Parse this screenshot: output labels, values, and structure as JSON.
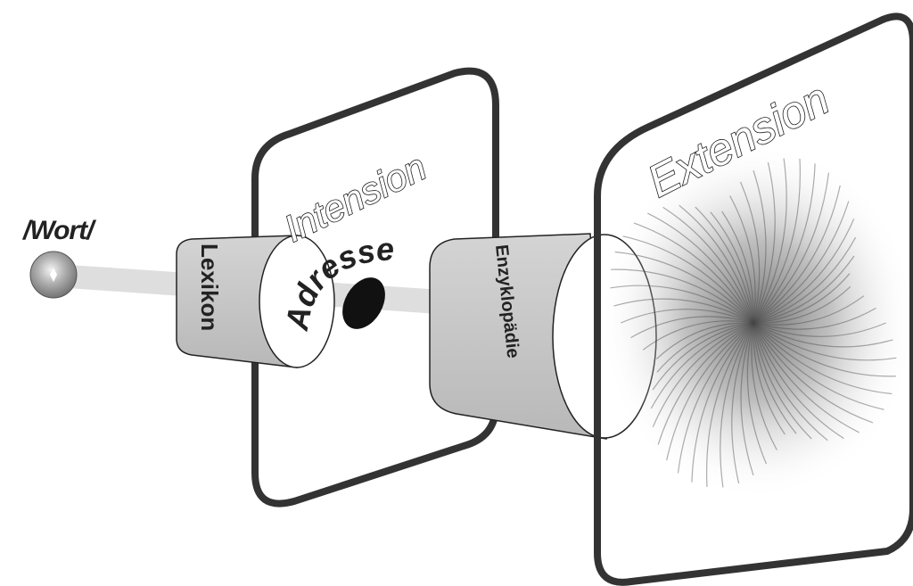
{
  "word_label": "/Wort/",
  "lexicon_label": "Lexikon",
  "intension_label": "Intension",
  "address_label": "Adresse",
  "encyclopedia_label": "Enzyklopädie",
  "extension_label": "Extension",
  "colors": {
    "frame_stroke": "#333333",
    "cylinder_fill": "#c8c8c8",
    "beam_fill": "#dcdcdc",
    "address_dot": "#111111",
    "sphere": "#9a9a9a"
  }
}
